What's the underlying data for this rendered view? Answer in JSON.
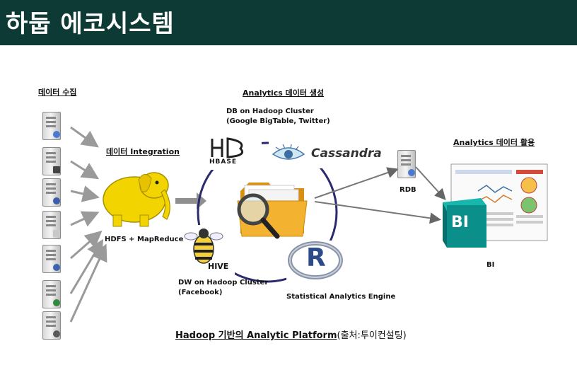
{
  "header": {
    "title": "하둡 에코시스템"
  },
  "diagram": {
    "collect_title": "데이터 수집",
    "integration_title": "데이터 Integration",
    "generate_title": "Analytics 데이터 생성",
    "use_title": "Analytics 데이터 활용",
    "hdfs_label": "HDFS + MapReduce",
    "db_label_1": "DB on Hadoop Cluster",
    "db_label_2": "(Google BigTable, Twitter)",
    "hbase_logo": "HBASE",
    "cassandra_logo": "Cassandra",
    "dw_label_1": "DW on Hadoop Cluster",
    "dw_label_2": "(Facebook)",
    "hive_logo": "HIVE",
    "r_logo": "R",
    "stat_label": "Statistical Analytics Engine",
    "rdb_label": "RDB",
    "bi_logo": "BI",
    "bi_label": "BI",
    "footer_main": "Hadoop 기반의 Analytic Platform",
    "footer_source": "(출처:투이컨설팅)"
  },
  "colors": {
    "header_bg": "#0e3a35",
    "circle": "#2a2a6e",
    "arrow": "#9a9a9a",
    "elephant": "#f2d400",
    "folder": "#f0a020",
    "bi": "#0a8f8a"
  }
}
